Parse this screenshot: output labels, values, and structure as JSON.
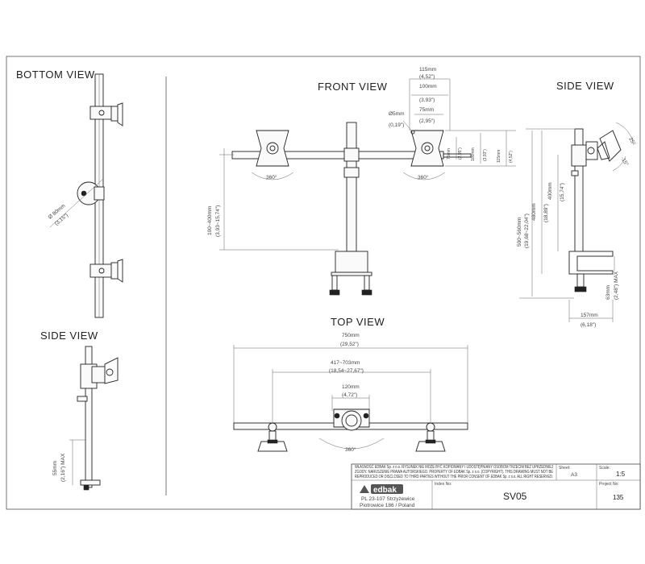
{
  "views": {
    "bottom": "BOTTOM VIEW",
    "front": "FRONT VIEW",
    "side_top": "SIDE VIEW",
    "side_bottom": "SIDE VIEW",
    "top": "TOP VIEW"
  },
  "bottom_view": {
    "dim_diameter": "Ø 80mm",
    "dim_diameter_in": "(3,15\")"
  },
  "side_bottom": {
    "dim_clamp": "55mm",
    "dim_clamp_in": "(2,16\") MAX"
  },
  "front_view": {
    "dim_115": "115mm",
    "dim_115_in": "(4,52\")",
    "dim_100": "100mm",
    "dim_100_in": "(3,93\")",
    "dim_75": "75mm",
    "dim_75_in": "(2,95\")",
    "dim_hole": "Ø5mm",
    "dim_hole_in": "(0,19\")",
    "dim_v75": "75mm",
    "dim_v75_in": "(2,95\")",
    "dim_v100": "100mm",
    "dim_v100_in": "(3,93\")",
    "dim_v115": "115mm",
    "dim_v115_in": "(4,52\")",
    "dim_height": "100~400mm",
    "dim_height_in": "(3,93~15,74\")",
    "rotation": "360°"
  },
  "side_view": {
    "dim_total": "500~560mm",
    "dim_total_in": "(19,68~22,04\")",
    "dim_480": "480mm",
    "dim_480_in": "(18,89\")",
    "dim_400": "400mm",
    "dim_400_in": "(15,74\")",
    "dim_clamp": "63mm",
    "dim_clamp_in": "(2,48\") MAX",
    "dim_depth": "157mm",
    "dim_depth_in": "(6,18\")",
    "tilt_up": "25°",
    "tilt_down": "-15°"
  },
  "top_view": {
    "dim_750": "750mm",
    "dim_750_in": "(29,52\")",
    "dim_range": "417~703mm",
    "dim_range_in": "(18,54~27,67\")",
    "dim_120": "120mm",
    "dim_120_in": "(4,72\")",
    "rotation": "360°"
  },
  "title_block": {
    "notice_1": "WŁASNOŚĆ EDBAK Sp. z o.o. RYSUNEK NIE MOŻE BYĆ KOPIOWANY I UDOSTĘPNIANY OSOBOM TRZECIM BEZ UPRZEDNIEJ",
    "notice_2": "ZGODY. NARUSZENIE PRAWA AUTORSKIEGO. PROPERTY OF EDBAK Sp. z o.o. (COPYRIGHT). THIS DRAWING MUST NOT BE",
    "notice_3": "REPRODUCED OR DISCLOSED TO THIRD PARTIES WITHOUT THE PRIOR CONSENT OF EDBAK Sp. z o.o. ALL RIGHT RESERVED.",
    "sheet_label": "Sheet:",
    "sheet_value": "A3",
    "scale_label": "Scale:",
    "scale_value": "1:5",
    "logo": "edbak",
    "address_1": "PL 23-107 Strzyżewice",
    "address_2": "Piotrowice 186 / Poland",
    "index_label": "Index No:",
    "index_value": "SV05",
    "project_label": "Project No:",
    "project_value": "135"
  }
}
